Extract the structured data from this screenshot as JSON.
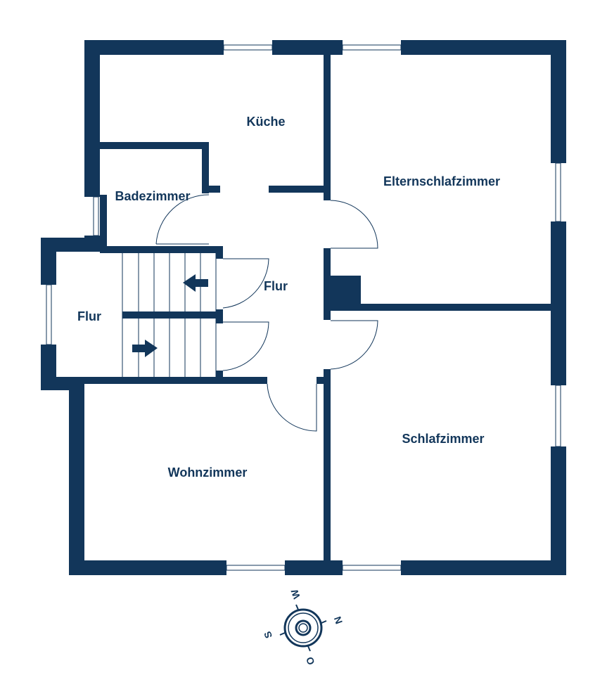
{
  "rooms": {
    "kitchen": "Küche",
    "master_bedroom": "Elternschlafzimmer",
    "bathroom": "Badezimmer",
    "hall_center": "Flur",
    "hall_left": "Flur",
    "living_room": "Wohnzimmer",
    "bedroom": "Schlafzimmer"
  },
  "compass": {
    "north": "N",
    "south": "S",
    "west": "W",
    "east": "O"
  },
  "colors": {
    "wall": "#12365a",
    "background": "#ffffff"
  }
}
